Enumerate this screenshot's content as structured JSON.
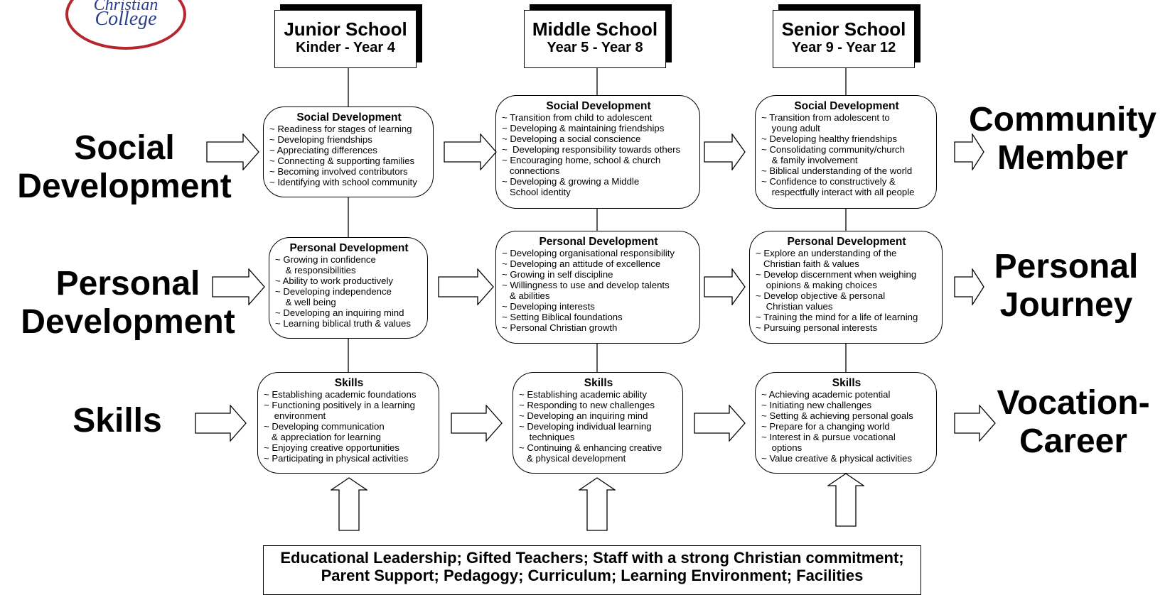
{
  "logo": {
    "line1": "Christian",
    "line2": "College",
    "border_color": "#b4272f",
    "text_color": "#2a3e8f"
  },
  "schools": [
    {
      "name": "Junior School",
      "years": "Kinder - Year 4"
    },
    {
      "name": "Middle School",
      "years": "Year 5 - Year 8"
    },
    {
      "name": "Senior School",
      "years": "Year 9 - Year 12"
    }
  ],
  "rows": [
    {
      "label_line1": "Social",
      "label_line2": "Development",
      "outcome_line1": "Community",
      "outcome_line2": "Member"
    },
    {
      "label_line1": "Personal",
      "label_line2": "Development",
      "outcome_line1": "Personal",
      "outcome_line2": "Journey"
    },
    {
      "label_line1": "Skills",
      "label_line2": "",
      "outcome_line1": "Vocation-",
      "outcome_line2": "Career"
    }
  ],
  "boxes": {
    "junior_social": {
      "title": "Social Development",
      "items": [
        "~ Readiness for stages of learning",
        "~ Developing friendships",
        "~ Appreciating differences",
        "~ Connecting & supporting families",
        "~ Becoming involved contributors",
        "~ Identifying with school community"
      ]
    },
    "middle_social": {
      "title": "Social Development",
      "items": [
        "~ Transition from child to adolescent",
        "~ Developing & maintaining friendships",
        "~ Developing a social conscience",
        "~  Developing responsibility towards others",
        "~ Encouraging home, school & church",
        "   connections",
        "~ Developing & growing a Middle",
        "   School identity"
      ]
    },
    "senior_social": {
      "title": "Social Development",
      "items": [
        "~ Transition from adolescent to",
        "    young adult",
        "~ Developing healthy friendships",
        "~ Consolidating community/church",
        "    & family involvement",
        "~ Biblical understanding of the world",
        "~ Confidence to constructively &",
        "    respectfully interact with all people"
      ]
    },
    "junior_personal": {
      "title": "Personal Development",
      "items": [
        "~ Growing in confidence",
        "    & responsibilities",
        "~ Ability to work productively",
        "~ Developing independence",
        "    & well being",
        "~ Developing an inquiring mind",
        "~ Learning biblical truth & values"
      ]
    },
    "middle_personal": {
      "title": "Personal Development",
      "items": [
        "~ Developing organisational responsibility",
        "~ Developing an attitude of excellence",
        "~ Growing in self discipline",
        "~ Willingness to use and develop talents",
        "   & abilities",
        "~ Developing interests",
        "~ Setting Biblical foundations",
        "~ Personal Christian growth"
      ]
    },
    "senior_personal": {
      "title": "Personal Development",
      "items": [
        "~ Explore an understanding of the",
        "   Christian faith & values",
        "~ Develop discernment when weighing",
        "    opinions & making choices",
        "~ Develop objective & personal",
        "    Christian values",
        "~ Training the mind for a life of learning",
        "~ Pursuing personal interests"
      ]
    },
    "junior_skills": {
      "title": "Skills",
      "items": [
        "~ Establishing academic foundations",
        "~ Functioning positively in a learning",
        "    environment",
        "~ Developing communication",
        "   & appreciation for learning",
        "~ Enjoying creative opportunities",
        "~ Participating in physical activities"
      ]
    },
    "middle_skills": {
      "title": "Skills",
      "items": [
        "~ Establishing academic ability",
        "~ Responding to new challenges",
        "~ Developing an inquiring mind",
        "~ Developing individual learning",
        "    techniques",
        "~ Continuing & enhancing creative",
        "   & physical development"
      ]
    },
    "senior_skills": {
      "title": "Skills",
      "items": [
        "~ Achieving academic potential",
        "~ Initiating new challenges",
        "~ Setting & achieving personal goals",
        "~ Prepare for a changing world",
        "~ Interest in & pursue vocational",
        "    options",
        "~ Value creative & physical activities"
      ]
    }
  },
  "foundation": {
    "line1": "Educational Leadership; Gifted Teachers; Staff with a strong Christian commitment;",
    "line2": "Parent Support; Pedagogy; Curriculum; Learning Environment; Facilities"
  }
}
